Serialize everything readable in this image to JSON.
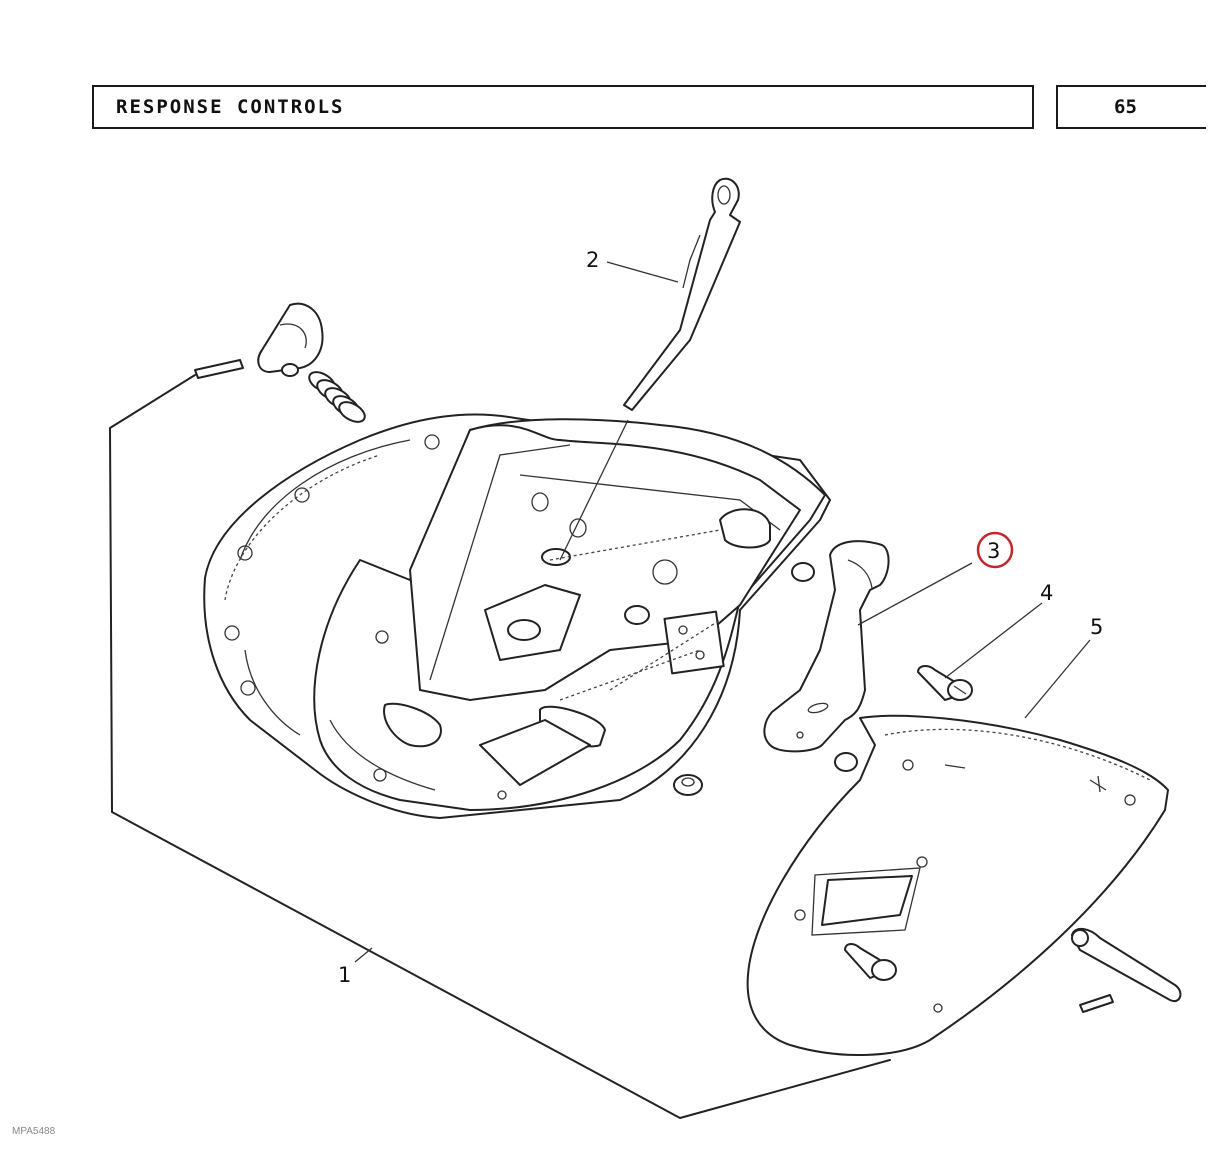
{
  "header": {
    "title": "RESPONSE CONTROLS",
    "page_number": "65"
  },
  "callouts": {
    "part_1": "1",
    "part_2": "2",
    "part_3": "3",
    "part_4": "4",
    "part_5": "5"
  },
  "highlight": {
    "part": "3",
    "color": "#c0272d"
  },
  "footer": {
    "reference": "MPA5488"
  }
}
